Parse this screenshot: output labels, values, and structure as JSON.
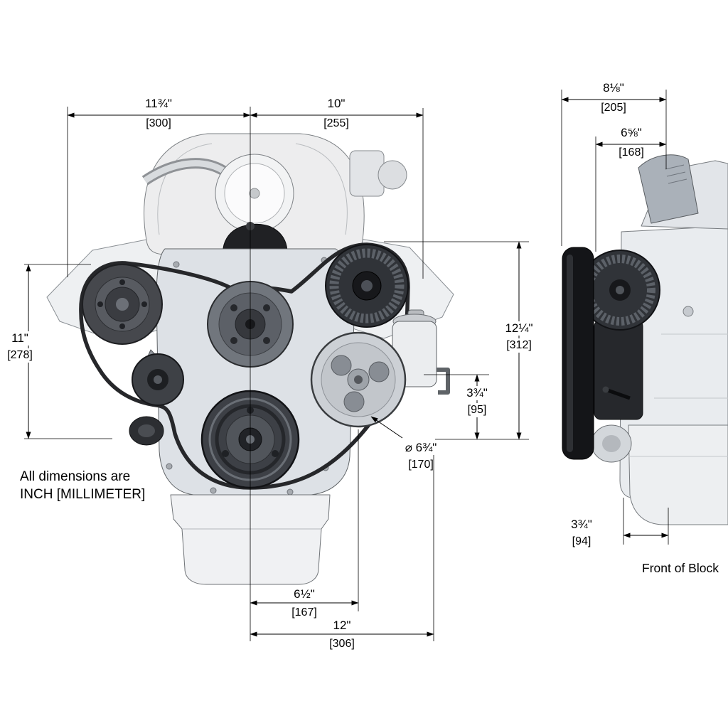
{
  "note": {
    "line1": "All dimensions are",
    "line2": "INCH [MILLIMETER]"
  },
  "captions": {
    "front_of_block": "Front of Block"
  },
  "dims": {
    "front_width_left": {
      "in": "11¾\"",
      "mm": "[300]"
    },
    "front_width_right": {
      "in": "10\"",
      "mm": "[255]"
    },
    "front_height_left": {
      "in": "11\"",
      "mm": "[278]"
    },
    "front_height_right": {
      "in": "12¼\"",
      "mm": "[312]"
    },
    "ps_pulley_drop": {
      "in": "3¾\"",
      "mm": "[95]"
    },
    "ps_pulley_dia": {
      "in": "⌀ 6¾\"",
      "mm": "[170]"
    },
    "crank_to_ps": {
      "in": "6½\"",
      "mm": "[167]"
    },
    "bottom_width": {
      "in": "12\"",
      "mm": "[306]"
    },
    "side_depth_total": {
      "in": "8⅛\"",
      "mm": "[205]"
    },
    "side_depth_upper": {
      "in": "6⅝\"",
      "mm": "[168]"
    },
    "side_pan_offset": {
      "in": "3¾\"",
      "mm": "[94]"
    }
  }
}
